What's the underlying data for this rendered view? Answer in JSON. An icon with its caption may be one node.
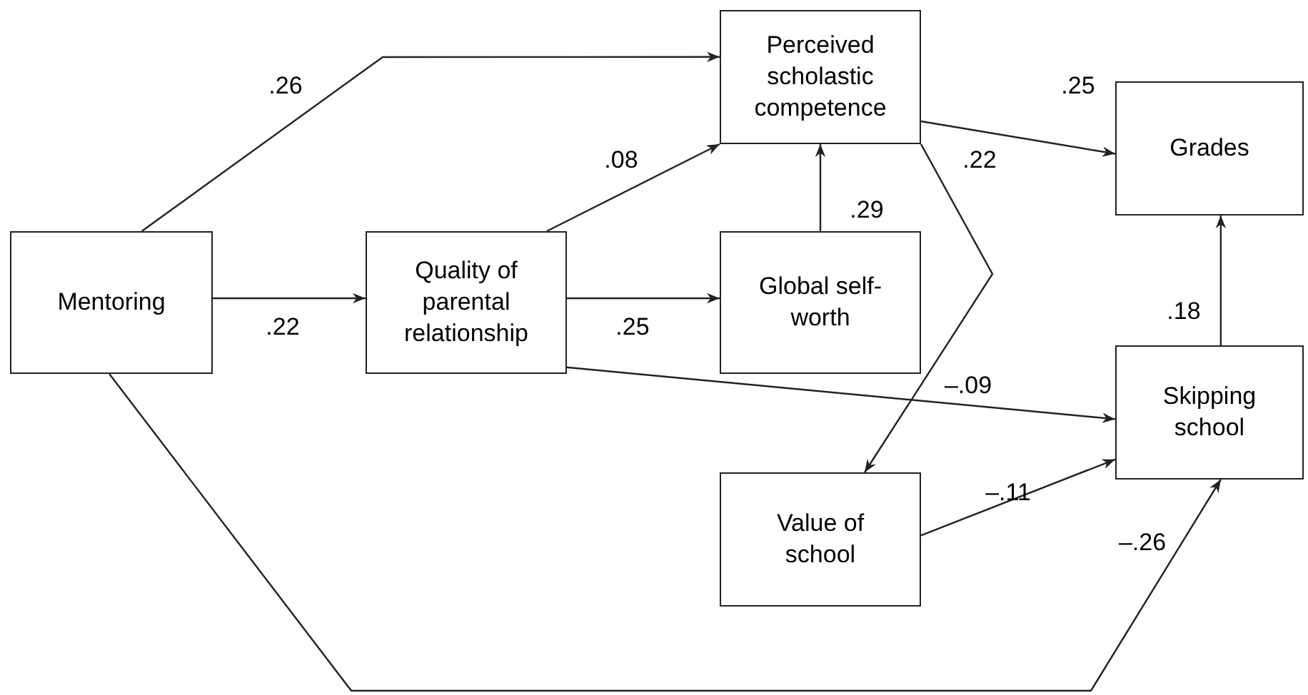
{
  "diagram": {
    "nodes": [
      {
        "text": [
          "Mentoring"
        ]
      },
      {
        "text": [
          "Quality of parental relationship"
        ]
      },
      {
        "text": [
          "Perceived scholastic competence"
        ]
      },
      {
        "text": [
          "Global self-worth"
        ]
      },
      {
        "text": [
          "Grades"
        ]
      },
      {
        "text": [
          "Skipping school"
        ]
      },
      {
        "text": [
          "Value of school"
        ]
      }
    ],
    "edges": [
      {
        "from": 0,
        "to": 2,
        "arrow": "to",
        "label": ".26"
      },
      {
        "from": 0,
        "to": 1,
        "arrow": "to",
        "label": ".22"
      },
      {
        "from": 1,
        "to": 2,
        "arrow": "to",
        "label": ".08"
      },
      {
        "from": 1,
        "to": 3,
        "arrow": "to",
        "label": ".25"
      },
      {
        "from": 3,
        "to": 2,
        "arrow": "to",
        "label": ".29"
      },
      {
        "from": 2,
        "to": 4,
        "arrow": "to",
        "label": ".25"
      },
      {
        "from": 2,
        "to": 6,
        "arrow": "to",
        "label": ".22"
      },
      {
        "from": 1,
        "to": 5,
        "arrow": "to",
        "label": "–.09"
      },
      {
        "from": 6,
        "to": 5,
        "arrow": "to",
        "label": "–.11"
      },
      {
        "from": 0,
        "to": 5,
        "arrow": "to",
        "label": "–.26"
      },
      {
        "from": 5,
        "to": 4,
        "arrow": "to",
        "label": ".18"
      }
    ]
  }
}
